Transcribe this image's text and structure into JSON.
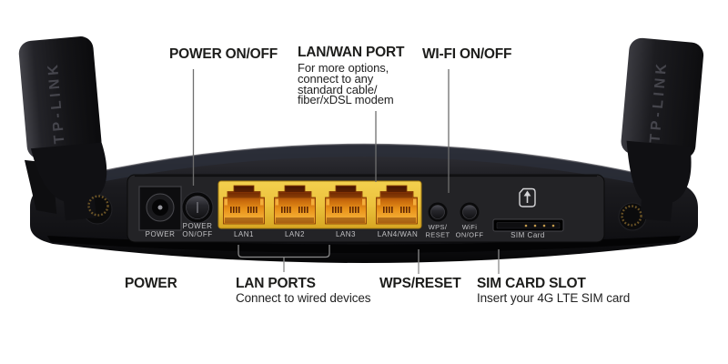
{
  "title": "TP-LINK 4G LTE router rear panel diagram",
  "colors": {
    "background": "#ffffff",
    "body": "#1a1a1d",
    "panel_yellow": "#ecc23d",
    "port_orange": "#e8921a",
    "callout_text": "#1d1d1b",
    "device_text": "#c0c0c3",
    "leader_line": "#6e6e6e",
    "antenna_logo": "#45454c"
  },
  "callouts": {
    "power_onoff": "POWER ON/OFF",
    "lanwan_title": "LAN/WAN PORT",
    "lanwan_desc": [
      "For more options,",
      "connect to any",
      "standard cable/",
      "fiber/xDSL modem"
    ],
    "wifi": "WI-FI ON/OFF",
    "power": "POWER",
    "lan_ports_title": "LAN PORTS",
    "lan_ports_desc": "Connect to wired devices",
    "wps_reset": "WPS/RESET",
    "sim_title": "SIM CARD SLOT",
    "sim_desc": "Insert your 4G LTE SIM card"
  },
  "device": {
    "brand": "TP-LINK",
    "power_jack": "POWER",
    "power_switch_line1": "POWER",
    "power_switch_line2": "ON/OFF",
    "ports": [
      "LAN1",
      "LAN2",
      "LAN3",
      "LAN4/WAN"
    ],
    "wps_line1": "WPS/",
    "wps_line2": "RESET",
    "wifi_line1": "WiFi",
    "wifi_line2": "ON/OFF",
    "sim_slot": "SIM Card"
  }
}
